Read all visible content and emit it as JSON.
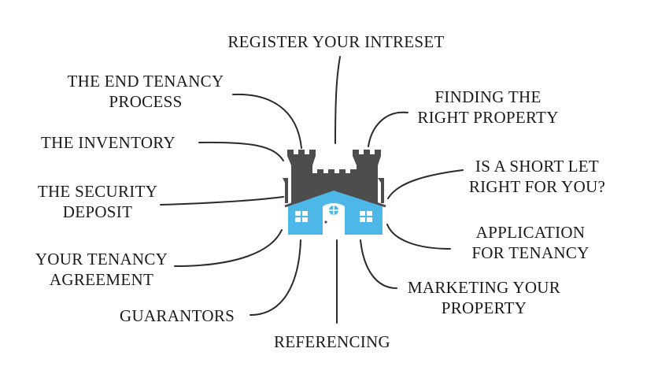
{
  "diagram": {
    "center_icon": "castle-house-icon",
    "colors": {
      "castle": "#4d4d4d",
      "house": "#4db8e8",
      "door": "#ffffff",
      "line": "#2a2a2a",
      "text": "#1a1a1a"
    },
    "labels": {
      "register": [
        "REGISTER YOUR INTRESET"
      ],
      "end_tenancy": [
        "THE END TENANCY",
        "PROCESS"
      ],
      "inventory": [
        "THE INVENTORY"
      ],
      "security_deposit": [
        "THE SECURITY",
        "DEPOSIT"
      ],
      "tenancy_agreement": [
        "YOUR TENANCY",
        "AGREEMENT"
      ],
      "guarantors": [
        "GUARANTORS"
      ],
      "referencing": [
        "REFERENCING"
      ],
      "finding_property": [
        "FINDING THE",
        "RIGHT PROPERTY"
      ],
      "short_let": [
        "IS A SHORT LET",
        "RIGHT FOR YOU?"
      ],
      "application": [
        "APPLICATION",
        "FOR TENANCY"
      ],
      "marketing": [
        "MARKETING YOUR",
        "PROPERTY"
      ]
    }
  }
}
